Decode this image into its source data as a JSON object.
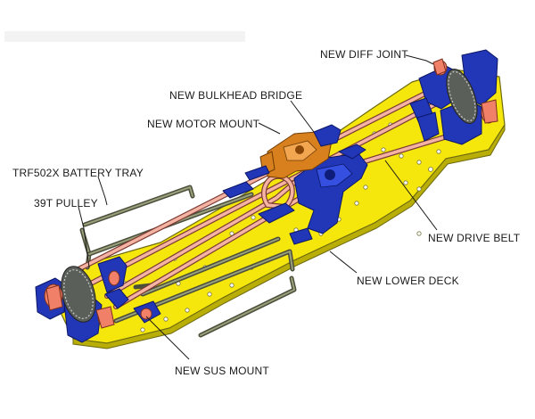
{
  "labels": {
    "diff_joint": "NEW DIFF JOINT",
    "bulkhead_bridge": "NEW BULKHEAD BRIDGE",
    "motor_mount": "NEW MOTOR MOUNT",
    "battery_tray": "TRF502X BATTERY TRAY",
    "pulley_39t": "39T PULLEY",
    "drive_belt": "NEW DRIVE BELT",
    "lower_deck": "NEW LOWER DECK",
    "sus_mount": "NEW SUS MOUNT"
  },
  "colors": {
    "deck": "#f5e60c",
    "parts_blue": "#2236b8",
    "motor_mount_orange": "#d8801e",
    "belt": "#f4b3a3",
    "battery_tray": "#4a4e3a"
  }
}
